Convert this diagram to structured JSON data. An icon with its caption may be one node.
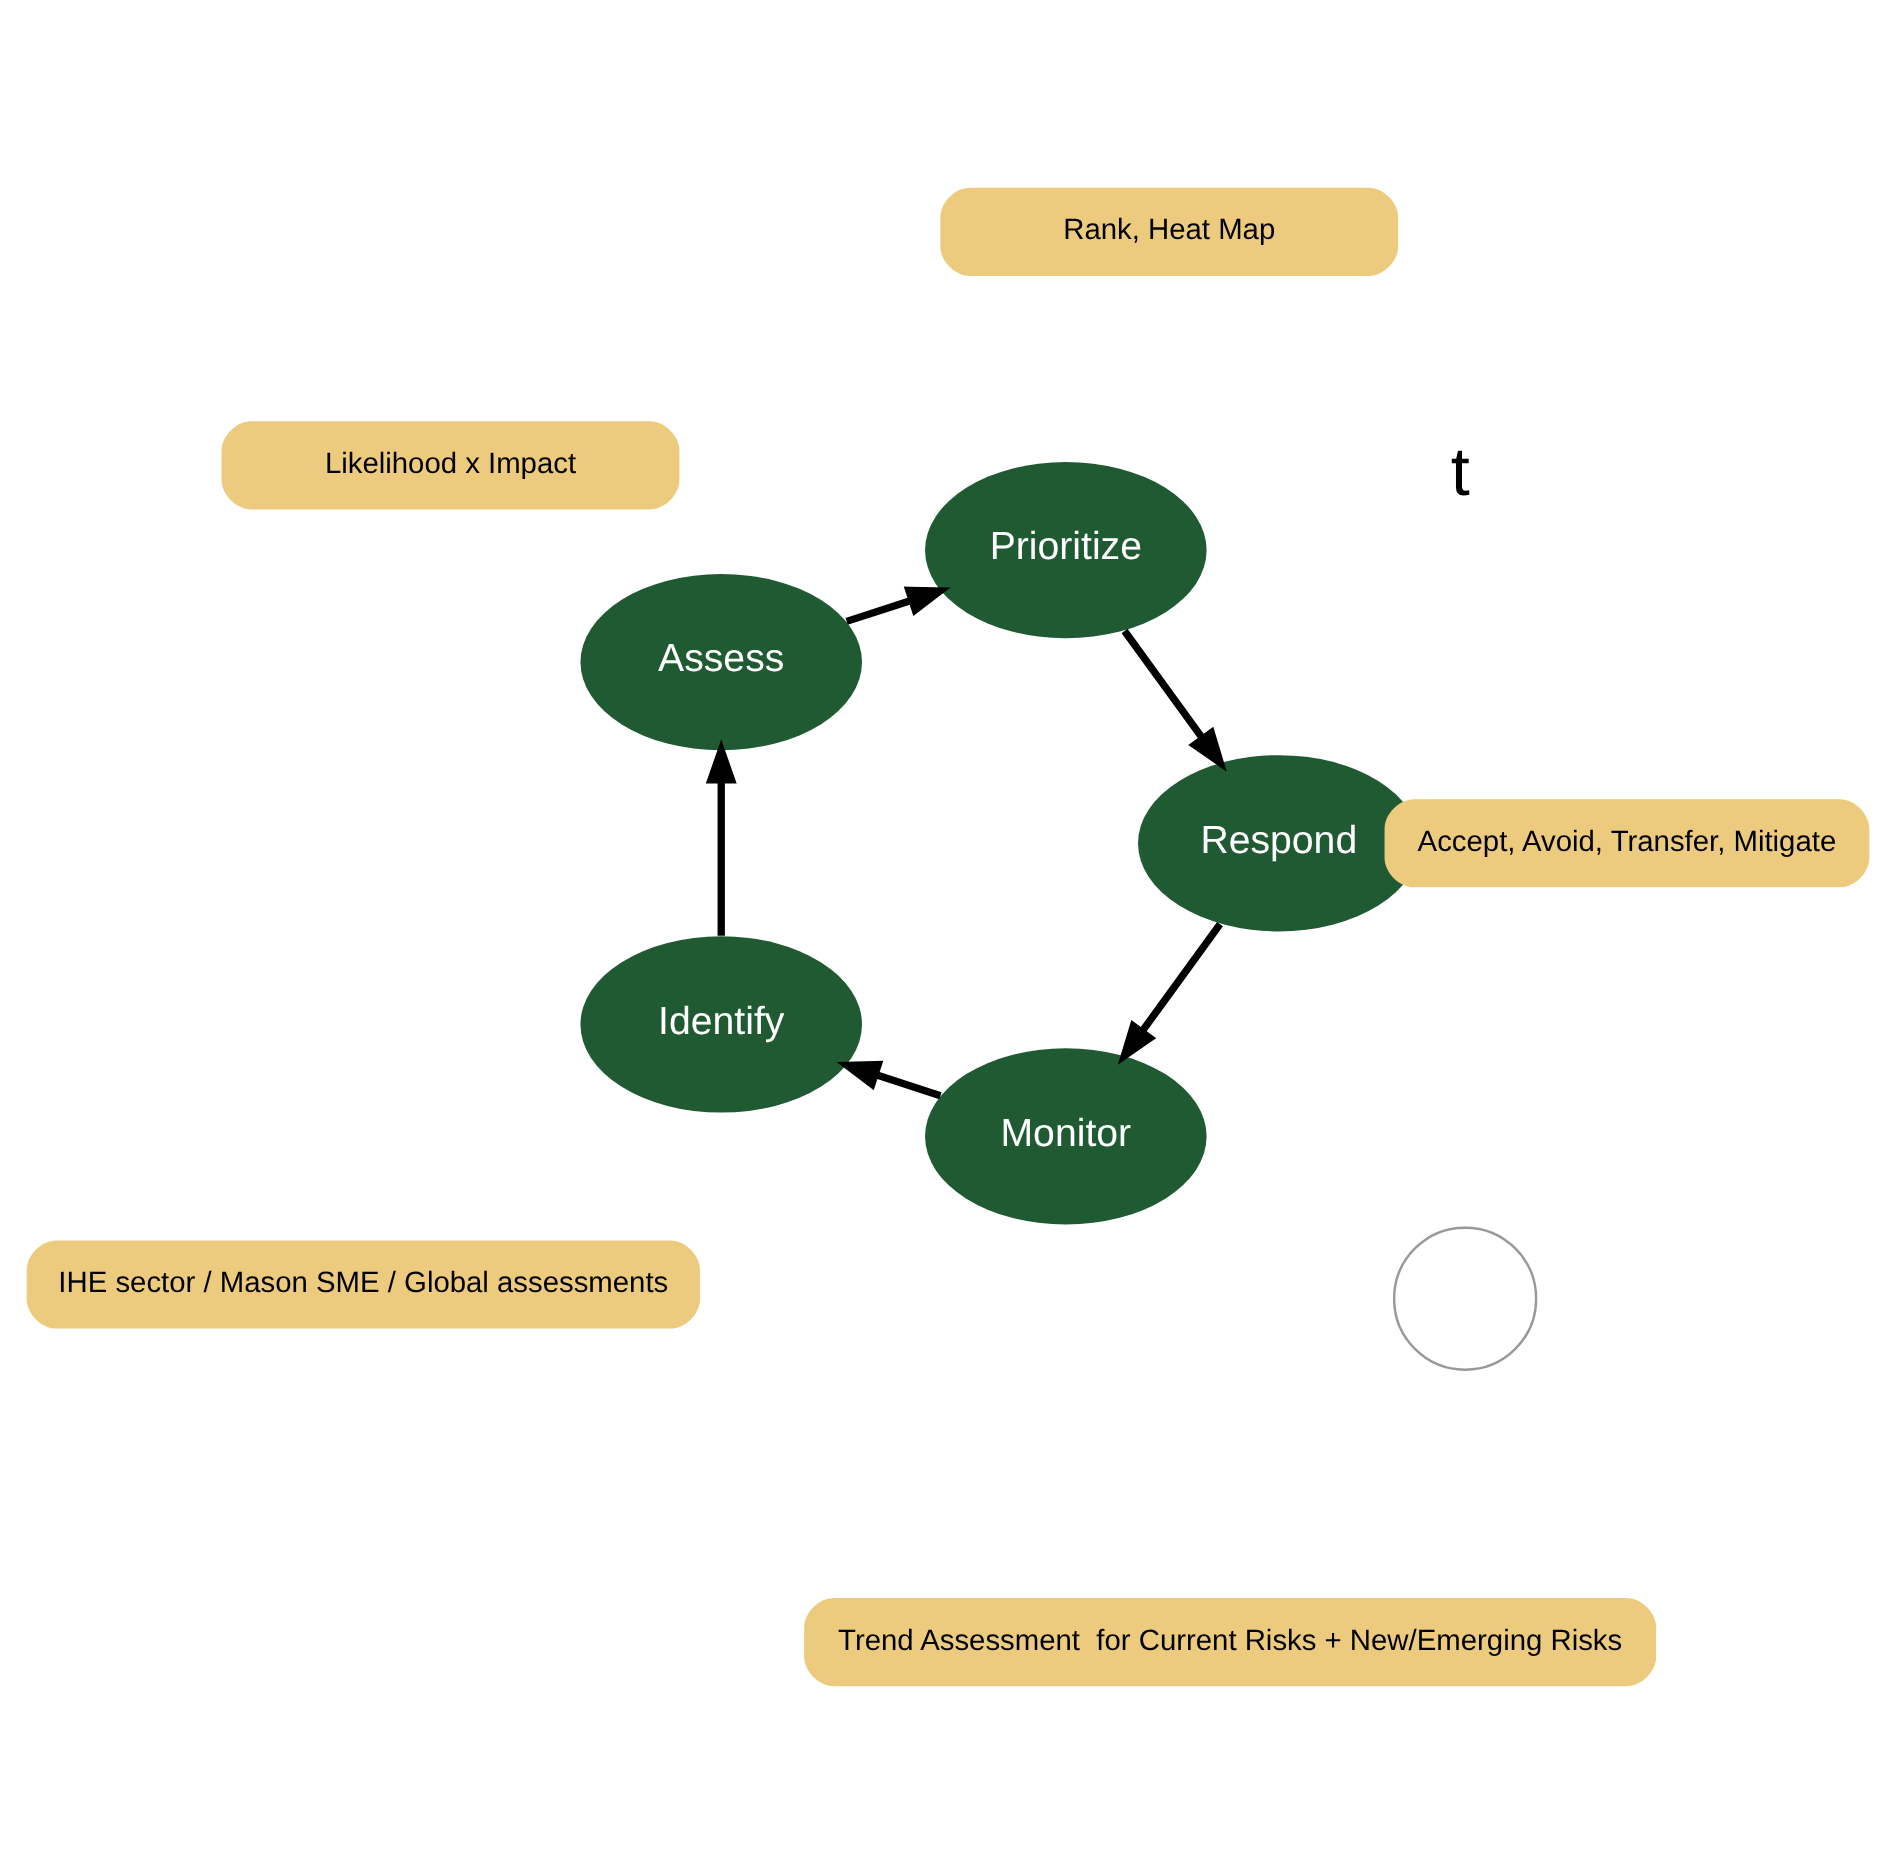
{
  "diagram": {
    "nodes": [
      {
        "text": [
          "Monitor"
        ]
      },
      {
        "text": [
          "Identify"
        ]
      },
      {
        "text": [
          "Assess"
        ]
      },
      {
        "text": [
          "Prioritize"
        ]
      },
      {
        "text": [
          "Respond"
        ]
      },
      {
        "text": [
          "Trend Assessment  for Current Risks + New/Emerging Risks"
        ]
      },
      {
        "text": [
          "IHE sector / Mason SME / Global assessments"
        ]
      },
      {
        "text": [
          "Likelihood x Impact"
        ]
      },
      {
        "text": [
          "Rank, Heat Map"
        ]
      },
      {
        "text": [
          "Accept, Avoid, Transfer, Mitigate"
        ]
      },
      {
        "text": [],
        "shape": "circle"
      }
    ],
    "edges": [
      {
        "from": 0,
        "to": 1,
        "arrow": "to"
      },
      {
        "from": 1,
        "to": 2,
        "arrow": "to"
      },
      {
        "from": 2,
        "to": 3,
        "arrow": "to"
      },
      {
        "from": 3,
        "to": 4,
        "arrow": "to"
      },
      {
        "from": 4,
        "to": 0,
        "arrow": "to"
      }
    ],
    "labels": [
      "t"
    ]
  }
}
